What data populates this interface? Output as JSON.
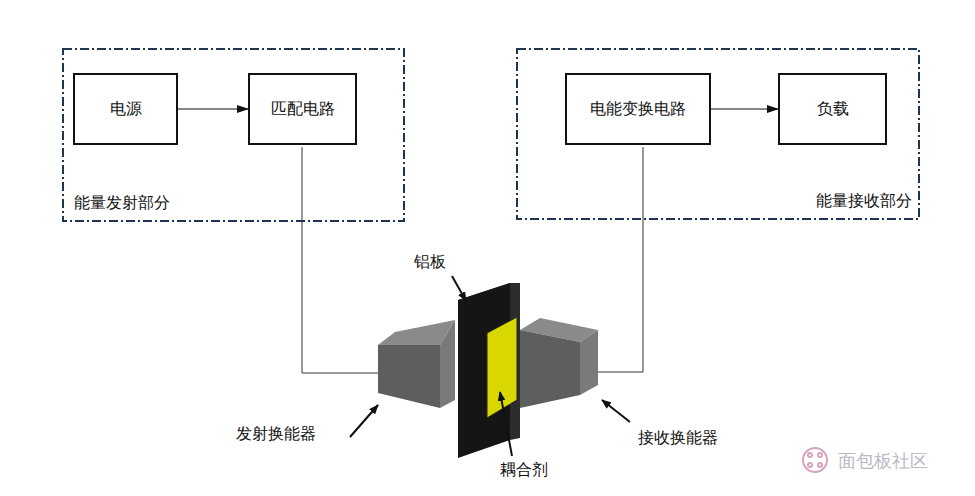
{
  "diagram": {
    "nodes": [
      {
        "text": [
          "能量发射部分"
        ]
      },
      {
        "text": [
          "电源"
        ],
        "in": 0
      },
      {
        "text": [
          "匹配电路"
        ],
        "in": 0
      },
      {
        "text": [
          "能量接收部分"
        ]
      },
      {
        "text": [
          "电能变换电路"
        ],
        "in": 3
      },
      {
        "text": [
          "负载"
        ],
        "in": 3
      }
    ],
    "edges": [
      {
        "from": 1,
        "to": 2,
        "arrow": "to"
      },
      {
        "from": 4,
        "to": 5,
        "arrow": "to"
      }
    ],
    "labels": [
      "铝板",
      "耦合剂",
      "发射换能器",
      "接收换能器",
      "面包板社区"
    ]
  }
}
